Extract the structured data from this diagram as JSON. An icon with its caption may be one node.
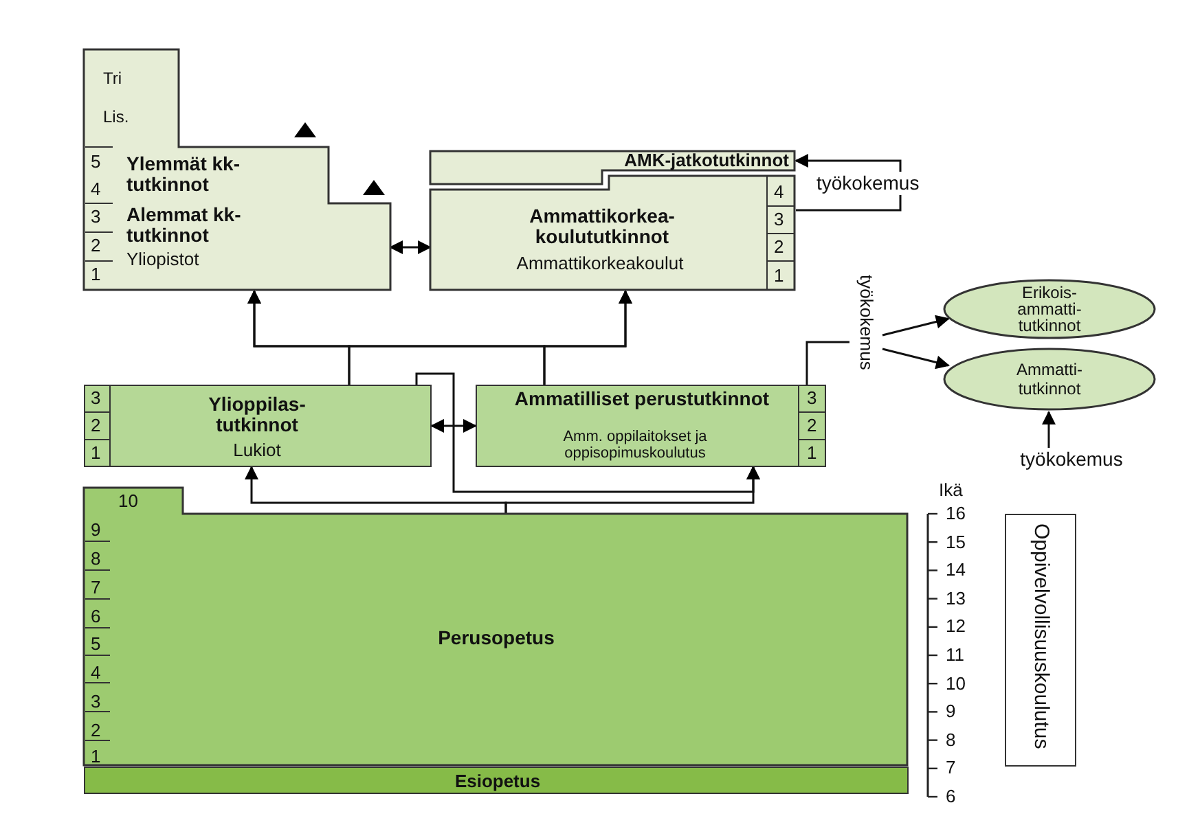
{
  "diagram": {
    "nodes": [
      {
        "text": [
          "Tri",
          "Lis.",
          "Ylemmät kk-tutkinnot",
          "Alemmat kk-tutkinnot",
          "Yliopistot"
        ]
      },
      {
        "text": [
          "AMK-jatkotutkinnot"
        ]
      },
      {
        "text": [
          "Ammattikorkea- koulututkinnot",
          "Ammattikorkeakoulut"
        ]
      },
      {
        "text": [
          "Ylioppilas- tutkinnot",
          "Lukiot"
        ]
      },
      {
        "text": [
          "Ammatilliset perustutkinnot",
          "Amm. oppilaitokset ja oppisopimuskoulutus"
        ]
      },
      {
        "text": [
          "Erikois- ammatti- tutkinnot"
        ]
      },
      {
        "text": [
          "Ammatti- tutkinnot"
        ]
      },
      {
        "text": [
          "Perusopetus"
        ]
      },
      {
        "text": [
          "Esiopetus"
        ]
      },
      {
        "text": [
          "työkokemus"
        ]
      },
      {
        "text": [
          "työkokemus"
        ]
      },
      {
        "text": [
          "Oppivelvollisuuskoulutus"
        ]
      }
    ],
    "edges": [
      {
        "from": 0,
        "to": 2,
        "arrow": "both"
      },
      {
        "from": 3,
        "to": 4,
        "arrow": "both"
      },
      {
        "from": 3,
        "to": 0,
        "arrow": "to"
      },
      {
        "from": 3,
        "to": 2,
        "arrow": "to"
      },
      {
        "from": 4,
        "to": 0,
        "arrow": "to"
      },
      {
        "from": 4,
        "to": 2,
        "arrow": "to"
      },
      {
        "from": 3,
        "to": 4,
        "arrow": "to"
      },
      {
        "from": 7,
        "to": 3,
        "arrow": "to"
      },
      {
        "from": 7,
        "to": 4,
        "arrow": "to"
      },
      {
        "from": 2,
        "to": 1,
        "arrow": "to",
        "label": "työkokemus"
      },
      {
        "from": 4,
        "to": 9,
        "arrow": "none"
      },
      {
        "from": 9,
        "to": 5,
        "arrow": "to"
      },
      {
        "from": 9,
        "to": 6,
        "arrow": "to"
      },
      {
        "from": 10,
        "to": 6,
        "arrow": "to"
      }
    ],
    "labels": [
      "5",
      "4",
      "3",
      "2",
      "1",
      "4",
      "3",
      "2",
      "1",
      "3",
      "2",
      "1",
      "3",
      "2",
      "1",
      "Ikä",
      "10",
      "9",
      "8",
      "7",
      "6",
      "5",
      "4",
      "3",
      "2",
      "1",
      "16",
      "15",
      "14",
      "13",
      "12",
      "11",
      "10",
      "9",
      "8",
      "7",
      "6"
    ]
  }
}
